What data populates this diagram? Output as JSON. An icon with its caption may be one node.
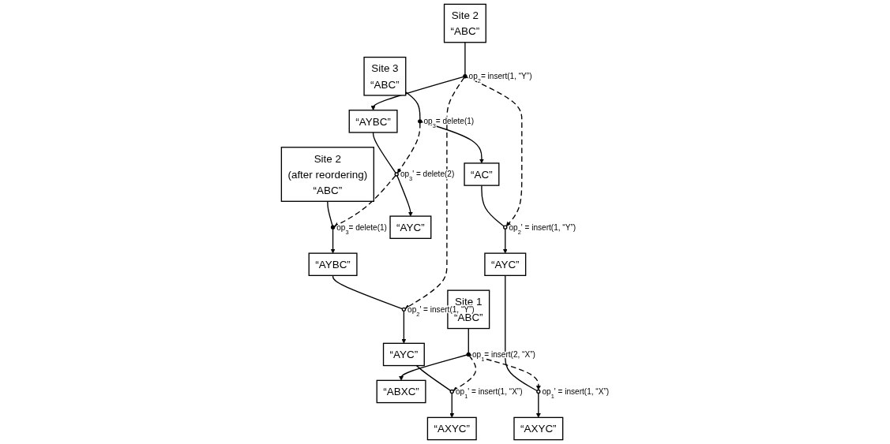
{
  "diagram": {
    "nodes": [
      {
        "text": [
          "Site 1",
          "“ABC”"
        ]
      },
      {
        "text": [],
        "shape": "dot",
        "beside": [
          "op$_{1}$= insert(2, “X”)"
        ]
      },
      {
        "text": [
          "“ABXC”"
        ]
      },
      {
        "text": [
          "Site 3",
          "“ABC”"
        ]
      },
      {
        "text": [],
        "shape": "dot",
        "beside": [
          "op$_{3}$= delete(1)"
        ]
      },
      {
        "text": [
          "“AC”"
        ]
      },
      {
        "text": [],
        "shape": "circle",
        "beside": [
          "op$_{2}$' = insert(1, “Y”)"
        ]
      },
      {
        "text": [
          "“AYC”"
        ]
      },
      {
        "text": [],
        "shape": "circle",
        "beside": [
          "op$_{1}$' = insert(1, “X”)"
        ]
      },
      {
        "text": [
          "“AXYC”"
        ]
      },
      {
        "text": [
          "Site 2",
          "“ABC”"
        ]
      },
      {
        "text": [],
        "shape": "dot",
        "beside": [
          "op$_{2}$= insert(1, “Y”)"
        ]
      },
      {
        "text": [
          "“AYBC”"
        ]
      },
      {
        "text": [],
        "shape": "circle",
        "beside": [
          "op$_{3}$' = delete(2)"
        ]
      },
      {
        "text": [
          "“AYC”"
        ]
      },
      {
        "text": [
          "Site 2",
          "(after reordering)",
          "“ABC”"
        ]
      },
      {
        "text": [],
        "shape": "dot",
        "beside": [
          "op$_{3}$= delete(1)"
        ]
      },
      {
        "text": [
          "“AYBC”"
        ]
      },
      {
        "text": [],
        "shape": "circle",
        "beside": [
          "op$_{2}$' = insert(1, “Y”)"
        ]
      },
      {
        "text": [
          "“AYC”"
        ]
      },
      {
        "text": [],
        "shape": "circle",
        "beside": [
          "op$_{1}$' = insert(1, “X”)"
        ]
      },
      {
        "text": [
          "“AXYC”"
        ]
      }
    ],
    "edges": [
      {
        "from": 0,
        "to": 1,
        "arrow": "none"
      },
      {
        "from": 1,
        "to": 2,
        "arrow": "to"
      },
      {
        "from": 3,
        "to": 4,
        "arrow": "none"
      },
      {
        "from": 4,
        "to": 5,
        "arrow": "to"
      },
      {
        "from": 5,
        "to": 6,
        "arrow": "none"
      },
      {
        "from": 6,
        "to": 7,
        "arrow": "to"
      },
      {
        "from": 7,
        "to": 8,
        "arrow": "none"
      },
      {
        "from": 8,
        "to": 9,
        "arrow": "to"
      },
      {
        "from": 10,
        "to": 11,
        "arrow": "none"
      },
      {
        "from": 11,
        "to": 12,
        "arrow": "to"
      },
      {
        "from": 12,
        "to": 13,
        "arrow": "none"
      },
      {
        "from": 13,
        "to": 14,
        "arrow": "to"
      },
      {
        "from": 15,
        "to": 16,
        "arrow": "none"
      },
      {
        "from": 16,
        "to": 17,
        "arrow": "to"
      },
      {
        "from": 17,
        "to": 18,
        "arrow": "none"
      },
      {
        "from": 18,
        "to": 19,
        "arrow": "to"
      },
      {
        "from": 19,
        "to": 20,
        "arrow": "none"
      },
      {
        "from": 20,
        "to": 21,
        "arrow": "to"
      },
      {
        "from": 1,
        "to": 8,
        "arrow": "to",
        "style": "dashed"
      },
      {
        "from": 1,
        "to": 20,
        "arrow": "to",
        "style": "dashed"
      },
      {
        "from": 4,
        "to": 13,
        "arrow": "to",
        "style": "dashed"
      },
      {
        "from": 11,
        "to": 6,
        "arrow": "to",
        "style": "dashed"
      },
      {
        "from": 11,
        "to": 18,
        "arrow": "to",
        "style": "dashed"
      },
      {
        "from": 13,
        "to": 16,
        "arrow": "to",
        "style": "dashed"
      }
    ]
  }
}
